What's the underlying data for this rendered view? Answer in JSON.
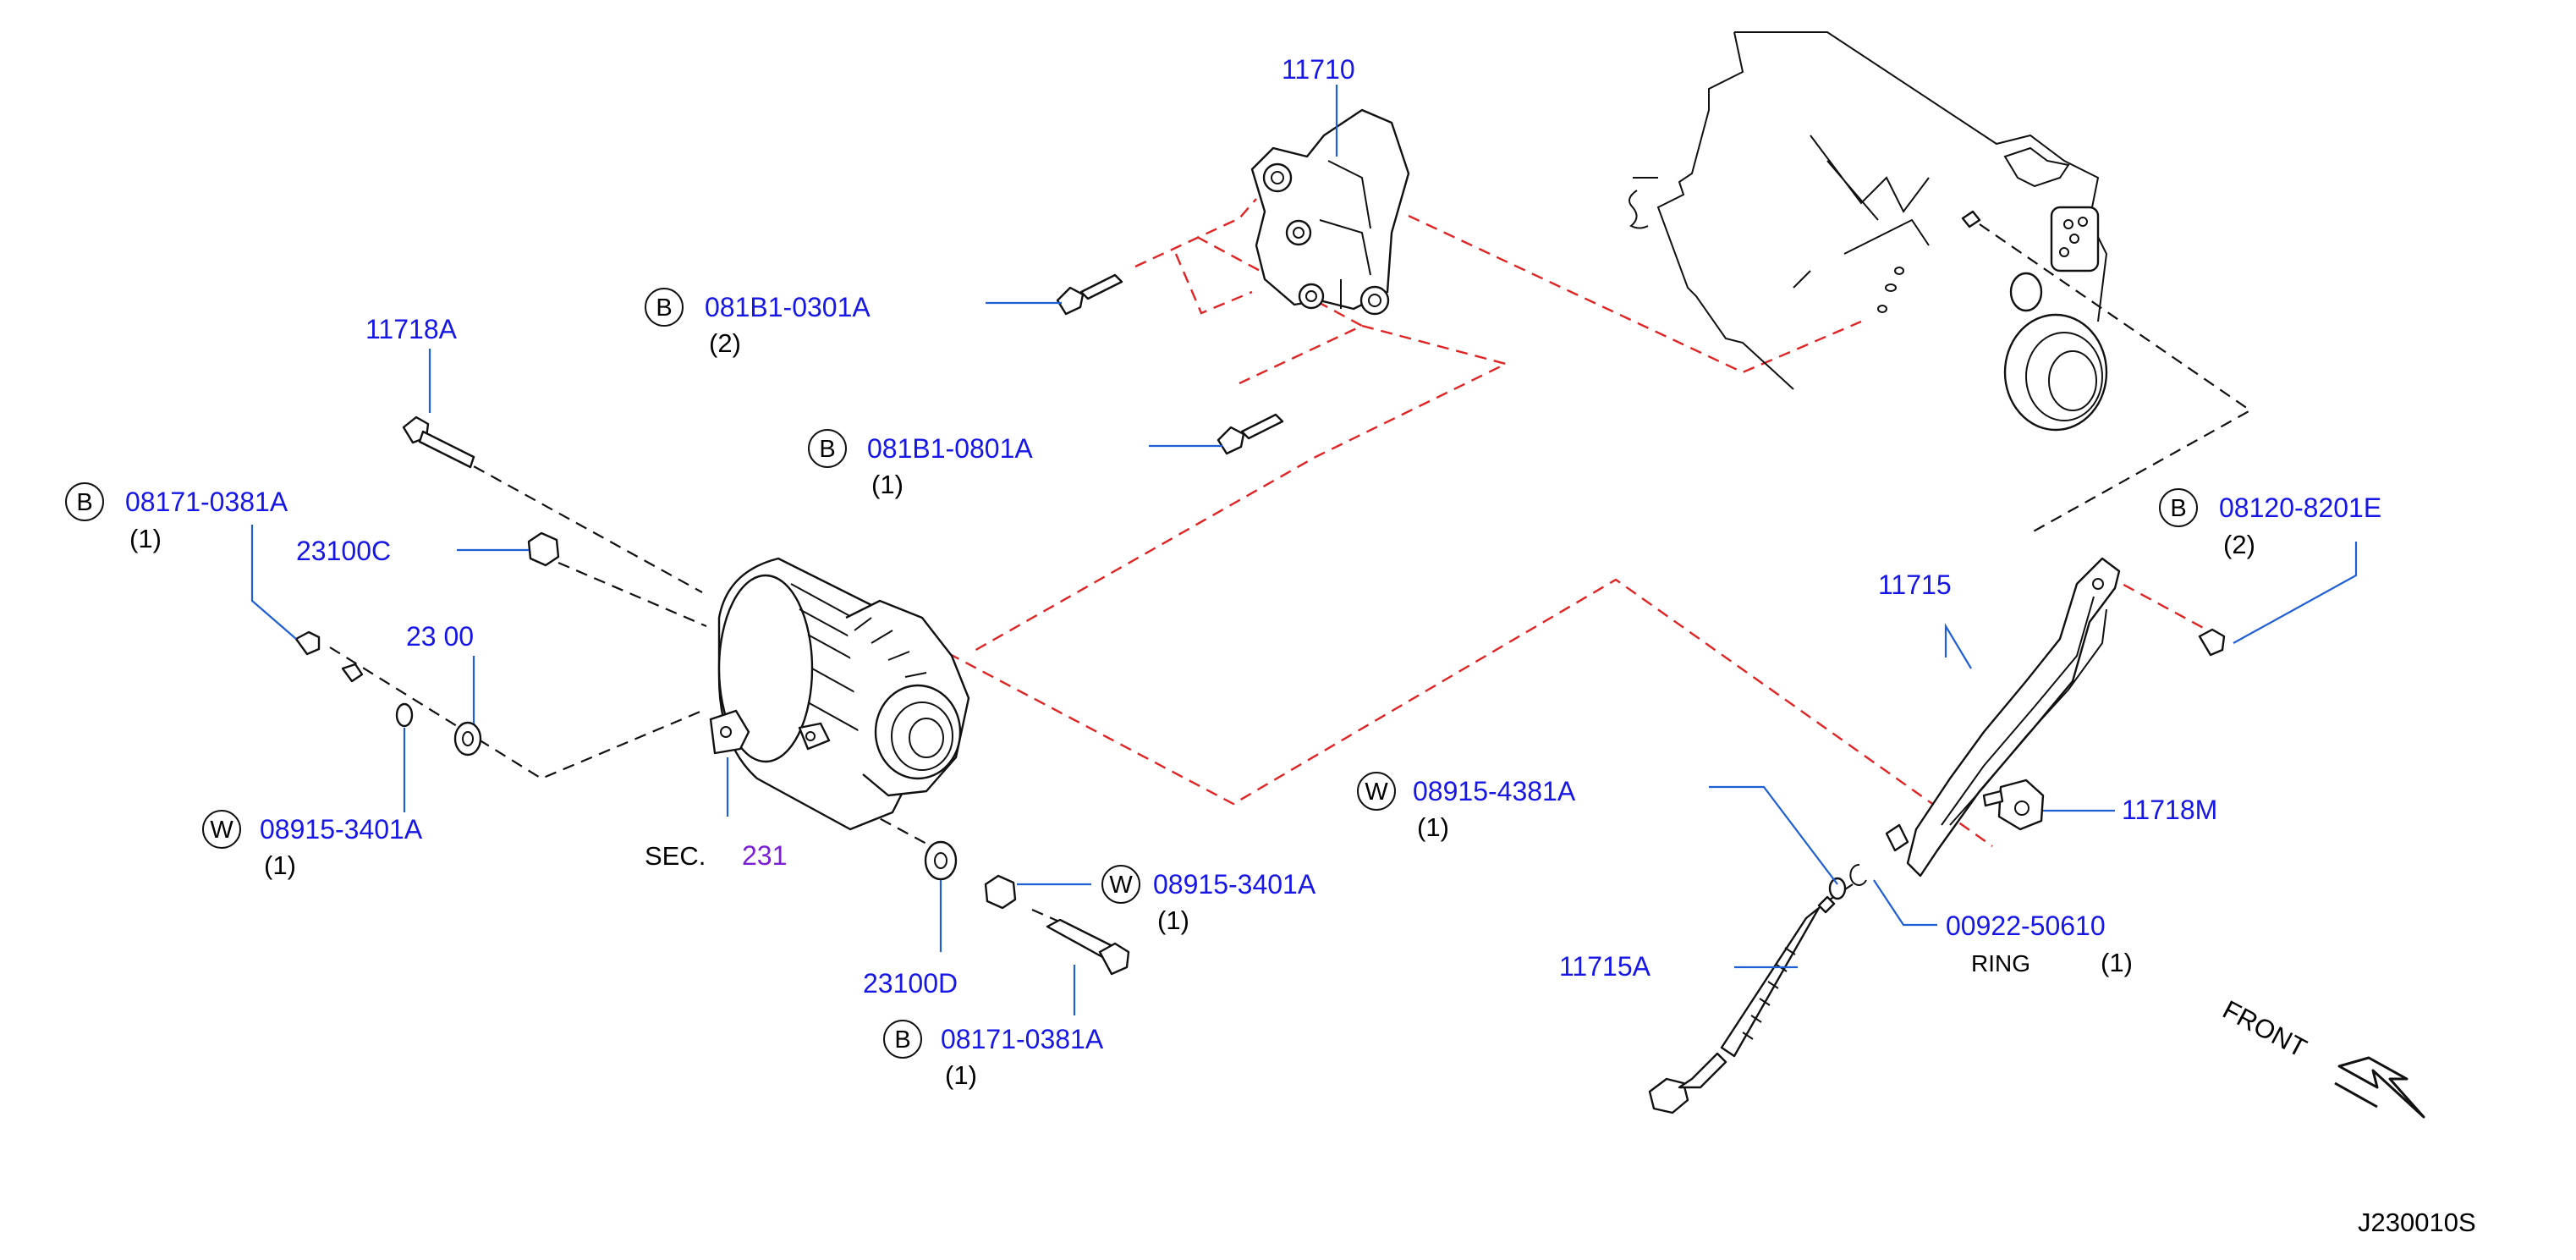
{
  "diagram": {
    "diagram_code": "J230010S",
    "front_label": "FRONT",
    "section_prefix": "SEC.",
    "section_number": "231",
    "labels": {
      "l11710": "11710",
      "l081b1_0301a": "081B1-0301A",
      "q081b1_0301a": "(2)",
      "l081b1_0801a": "081B1-0801A",
      "q081b1_0801a": "(1)",
      "l11718a": "11718A",
      "l08171_top": "08171-0381A",
      "q08171_top": "(1)",
      "l23100c": "23100C",
      "l23100_partial": "23 00",
      "l08915_3401a_left": "08915-3401A",
      "q08915_3401a_left": "(1)",
      "l08915_3401a_mid": "08915-3401A",
      "q08915_3401a_mid": "(1)",
      "l23100d": "23100D",
      "l08171_bottom": "08171-0381A",
      "q08171_bottom": "(1)",
      "l08915_4381a": "08915-4381A",
      "q08915_4381a": "(1)",
      "l11715": "11715",
      "l08120_8201e": "08120-8201E",
      "q08120_8201e": "(2)",
      "l11718m": "11718M",
      "l00922_50610": "00922-50610",
      "ring_word": "RING",
      "q_ring": "(1)",
      "l11715a": "11715A"
    },
    "circle_letters": {
      "b": "B",
      "w": "W"
    },
    "colors": {
      "part_number": "#1616e6",
      "leader_line": "#1f5fd6",
      "red_dash": "#e02424",
      "section_ref": "#7b1fd6",
      "ink": "#111111"
    }
  }
}
